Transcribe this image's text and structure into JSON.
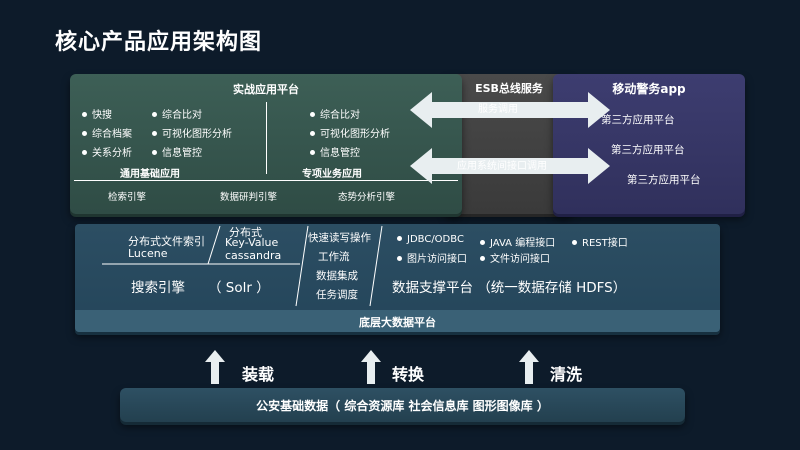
{
  "title": "核心产品应用架构图",
  "combat_platform": {
    "header": "实战应用平台",
    "left_items": [
      "快搜",
      "综合比对",
      "综合档案",
      "可视化图形分析",
      "关系分析",
      "信息管控"
    ],
    "right_items": [
      "综合比对",
      "可视化图形分析",
      "信息管控"
    ],
    "general_base": "通用基础应用",
    "special_business": "专项业务应用",
    "footer_items": [
      "检索引擎",
      "数据研判引擎",
      "态势分析引擎"
    ]
  },
  "esb": {
    "header": "ESB总线服务",
    "arrow1_label": "服务调用",
    "arrow2_label": "应用系统间接口调用"
  },
  "mobile_app": {
    "header": "移动警务app",
    "items": [
      "第三方应用平台",
      "第三方应用平台",
      "第三方应用平台"
    ]
  },
  "bigdata": {
    "dist_index": "分布式文件索引",
    "lucene": "Lucene",
    "dist_label": "分布式",
    "key_value": "Key-Value",
    "cassandra": "cassandra",
    "rw_ops": "快速读写操作",
    "workflow": "工作流",
    "data_integration": "数据集成",
    "task_schedule": "任务调度",
    "interfaces": [
      "JDBC/ODBC",
      "JAVA 编程接口",
      "REST接口",
      "图片访问接口",
      "文件访问接口"
    ],
    "search_engine": "搜索引擎",
    "solr": "（ Solr ）",
    "data_support": "数据支撑平台 （统一数据存储 HDFS）",
    "footer": "底层大数据平台"
  },
  "actions": [
    "装载",
    "转换",
    "清洗"
  ],
  "foundation": "公安基础数据（ 综合资源库 社会信息库 图形图像库 ）",
  "colors": {
    "background": "#0d1b2a",
    "green_panel": "#35554d",
    "esb_panel": "#444444",
    "purple_panel": "#36366a",
    "mid_panel": "#284a5e",
    "arrow_fill": "#e8eef0"
  }
}
